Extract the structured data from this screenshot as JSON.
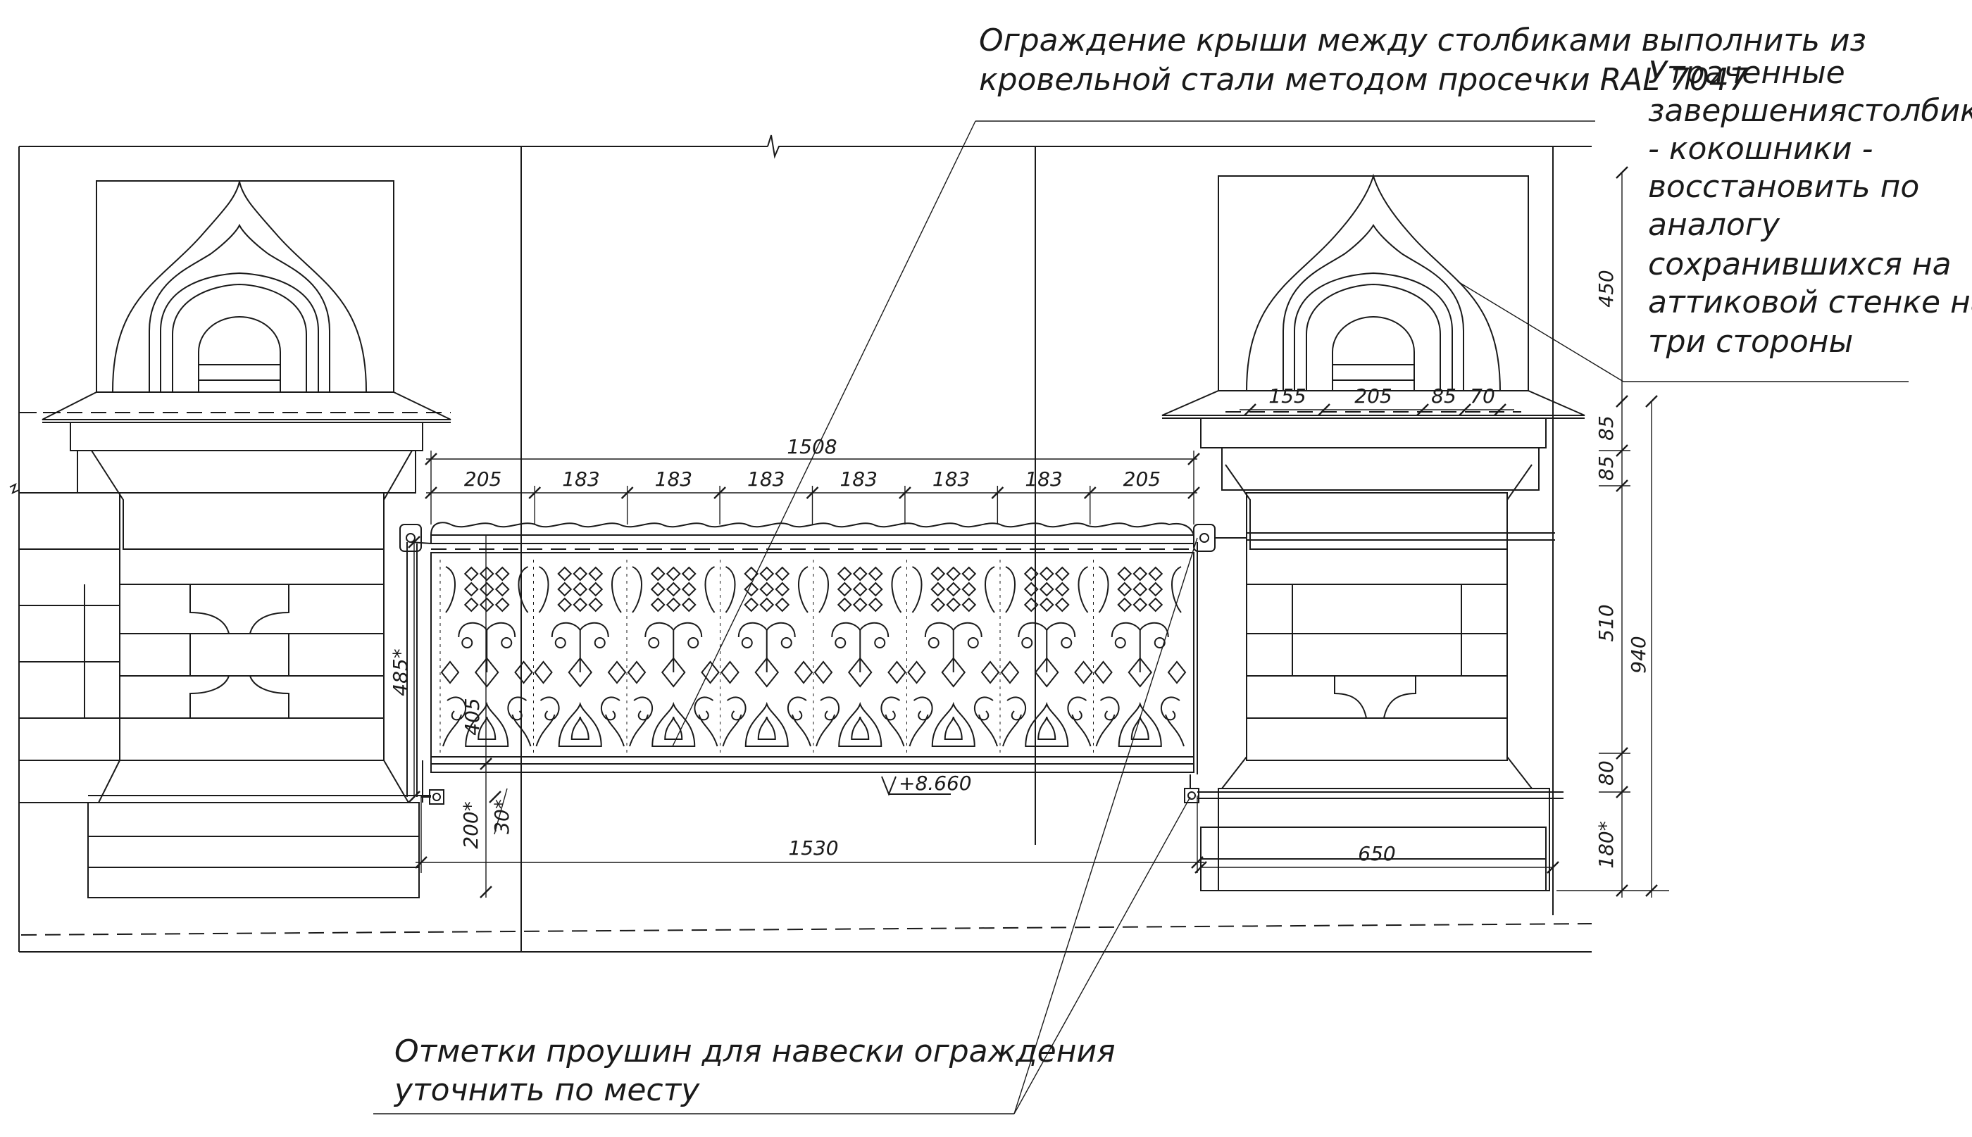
{
  "notes": {
    "roof_fence_line1": "Ограждение крыши между столбиками выполнить из",
    "roof_fence_line2": "кровельной стали методом просечки RAL 7047",
    "finials_lines": [
      "Утраченные",
      "завершенияcтолбиков",
      "- кокошники -",
      "восстановить по",
      "аналогу",
      "сохранившихся на",
      "аттиковой стенке на",
      "три стороны"
    ],
    "eyelets_line1": "Отметки проушин для навески ограждения",
    "eyelets_line2": "уточнить по месту"
  },
  "dimensions": {
    "top_total": "1508",
    "top_segments": [
      "205",
      "183",
      "183",
      "183",
      "183",
      "183",
      "183",
      "205"
    ],
    "bottom_total": "1530",
    "pillar_base_width": "650",
    "pillar_top_segments": [
      "155",
      "205",
      "85",
      "70"
    ],
    "right_vertical": [
      "450",
      "85",
      "85",
      "510",
      "80",
      "180*"
    ],
    "right_overall": "940",
    "panel_height": "485*",
    "inner_height": "405",
    "gap_below": "200*",
    "offset": "30*",
    "elevation_mark": "+8.660"
  }
}
